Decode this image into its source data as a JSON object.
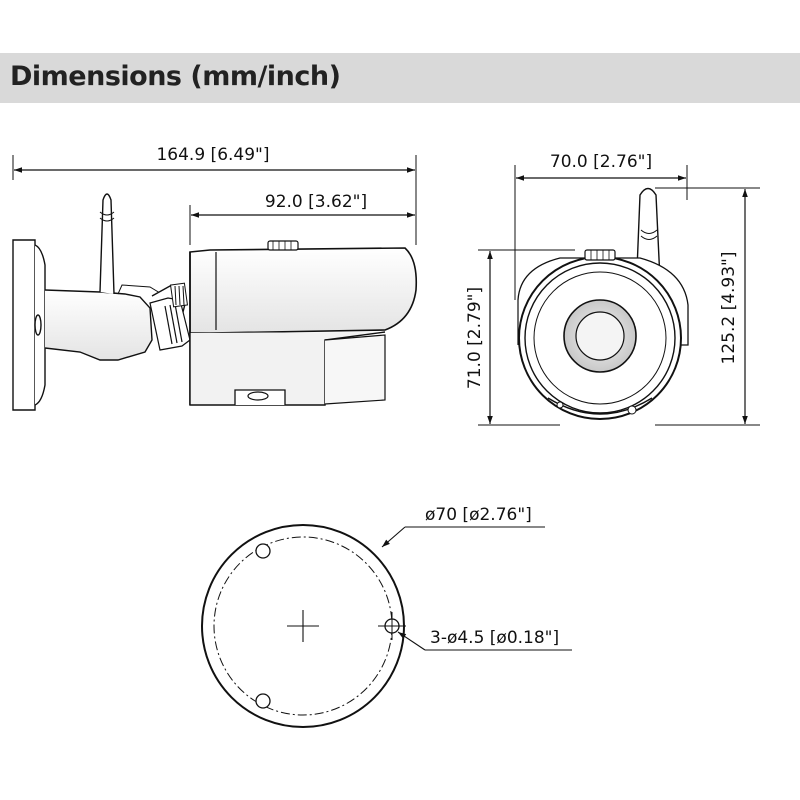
{
  "header": {
    "title": "Dimensions (mm/inch)"
  },
  "side_view": {
    "overall_length": "164.9 [6.49\"]",
    "body_length": "92.0 [3.62\"]"
  },
  "front_view": {
    "width": "70.0 [2.76\"]",
    "body_height": "71.0 [2.79\"]",
    "total_height": "125.2 [4.93\"]"
  },
  "base_view": {
    "base_diameter": "ø70 [ø2.76\"]",
    "mounting_holes": "3-ø4.5 [ø0.18\"]"
  }
}
